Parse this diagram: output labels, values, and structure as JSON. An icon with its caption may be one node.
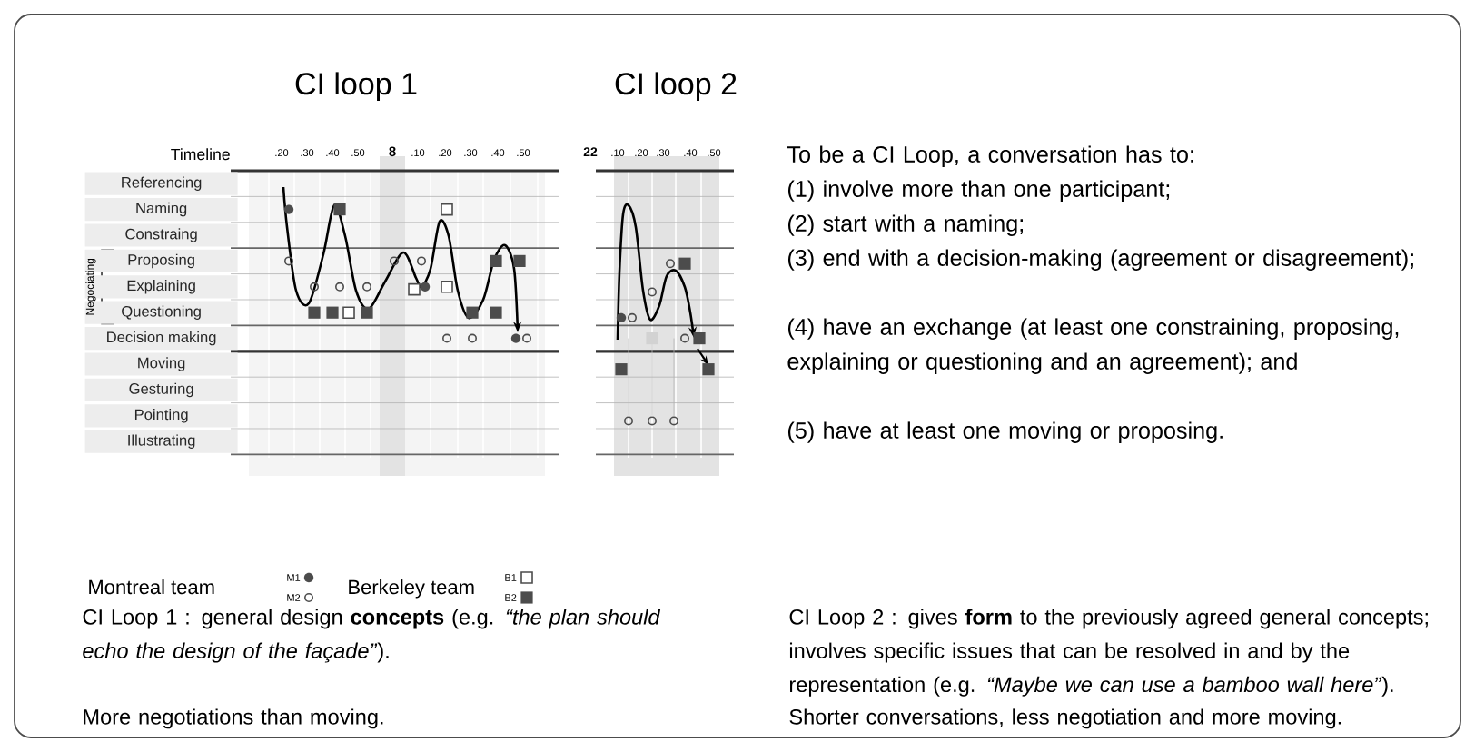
{
  "diagram": {
    "labels": [
      "CI loop 1",
      "CI loop 2",
      "Timeline",
      ".20",
      ".30",
      ".40",
      ".50",
      "8",
      ".10",
      ".20",
      ".30",
      ".40",
      ".50",
      "22",
      ".10",
      ".20",
      ".30",
      ".40",
      ".50",
      "To be a CI Loop, a conversation has to:",
      "(1) involve more than one participant;",
      "(2) start with a naming;",
      "(3) end with a decision-making (agreement or disagreement);",
      "(4) have an exchange (at least one constraining, proposing, explaining or questioning and an agreement); and",
      "(5) have at least one moving or proposing.",
      "Referencing",
      "Naming",
      "Constraing",
      "Proposing",
      "Explaining",
      "Questioning",
      "Decision making",
      "Moving",
      "Gesturing",
      "Pointing",
      "Illustrating",
      "Negociating",
      "Montreal team",
      "Berkeley team",
      "CI Loop 1 : general design **concepts** (e.g. *“the plan should echo the design of the façade”*).",
      "More negotiations than moving.",
      "CI Loop 2 : gives **form** to the previously agreed general concepts; involves specific issues that can be resolved in and by the representation (e.g. *“Maybe we can use a bamboo wall here”*).",
      "Shorter conversations, less negotiation and more moving."
    ],
    "legend": [
      {
        "text": "M1"
      },
      {
        "text": "M2"
      },
      {
        "text": "B1"
      },
      {
        "text": "B2"
      }
    ]
  }
}
